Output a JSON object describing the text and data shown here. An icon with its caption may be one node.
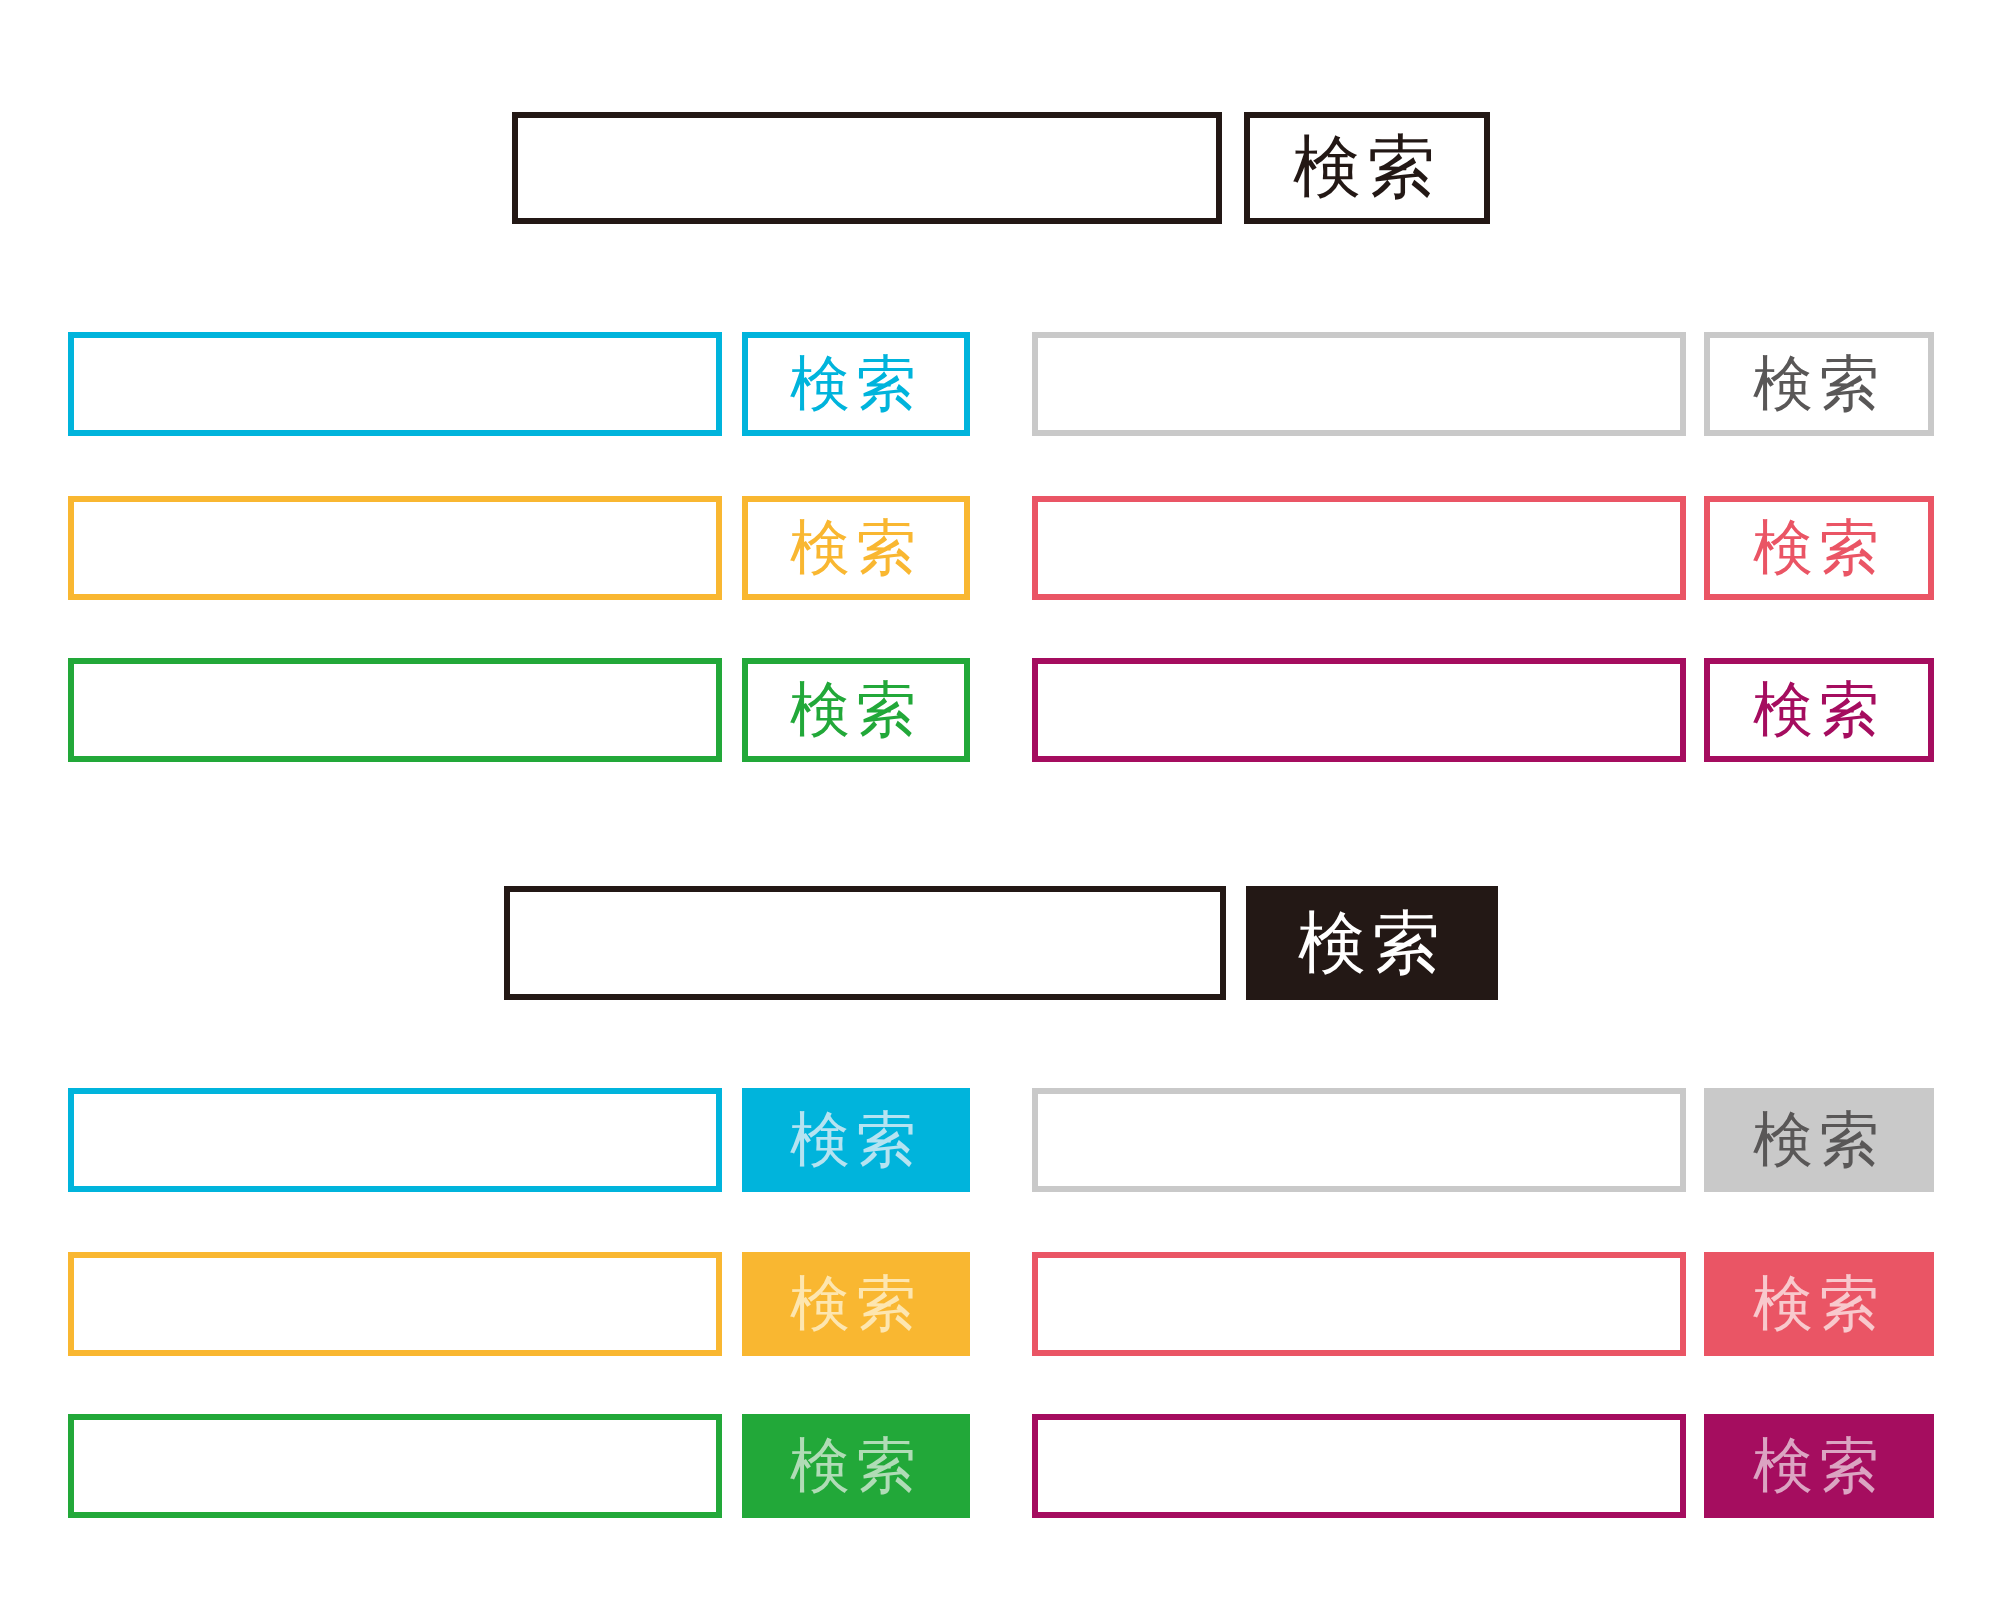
{
  "diagram": {
    "nodes": [
      {
        "text": [],
        "shape": "box"
      },
      {
        "text": [
          "検索"
        ]
      },
      {
        "text": [],
        "shape": "box"
      },
      {
        "text": [
          "検索"
        ]
      },
      {
        "text": [],
        "shape": "box"
      },
      {
        "text": [
          "検索"
        ]
      },
      {
        "text": [],
        "shape": "box"
      },
      {
        "text": [
          "検索"
        ]
      },
      {
        "text": [],
        "shape": "box"
      },
      {
        "text": [
          "検索"
        ]
      },
      {
        "text": [],
        "shape": "box"
      },
      {
        "text": [
          "検索"
        ]
      },
      {
        "text": [],
        "shape": "box"
      },
      {
        "text": [
          "検索"
        ]
      },
      {
        "text": [],
        "shape": "box"
      },
      {
        "text": [
          "検索"
        ]
      },
      {
        "text": [],
        "shape": "box"
      },
      {
        "text": [
          "検索"
        ]
      },
      {
        "text": [],
        "shape": "box"
      },
      {
        "text": [
          "検索"
        ]
      },
      {
        "text": [],
        "shape": "box"
      },
      {
        "text": [
          "検索"
        ]
      },
      {
        "text": [],
        "shape": "box"
      },
      {
        "text": [
          "検索"
        ]
      },
      {
        "text": [],
        "shape": "box"
      },
      {
        "text": [
          "検索"
        ]
      },
      {
        "text": [],
        "shape": "box"
      },
      {
        "text": [
          "検索"
        ]
      }
    ]
  }
}
